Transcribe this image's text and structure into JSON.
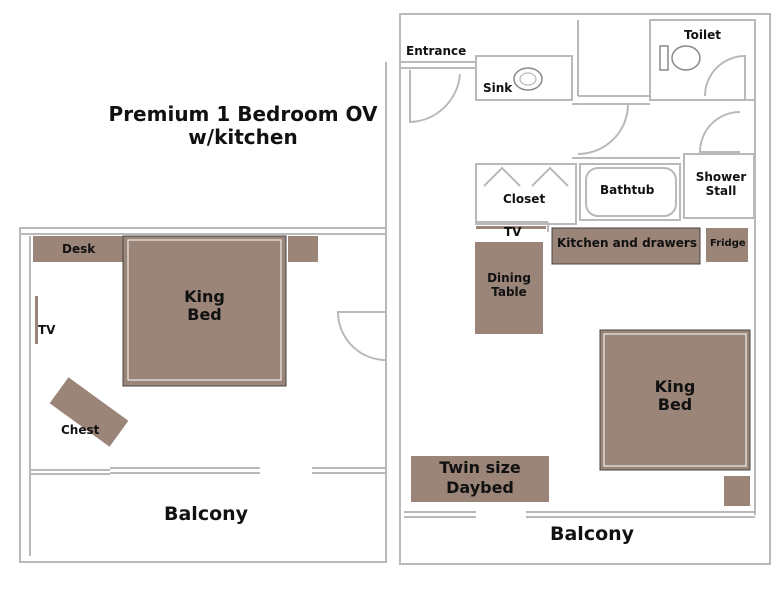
{
  "title": {
    "line1": "Premium 1 Bedroom OV",
    "line2": "w/kitchen"
  },
  "rooms": {
    "entrance": "Entrance",
    "toilet": "Toilet",
    "sink": "Sink",
    "closet": "Closet",
    "bathtub": "Bathtub",
    "shower": {
      "line1": "Shower",
      "line2": "Stall"
    },
    "tv_main": "TV",
    "kitchen": "Kitchen and drawers",
    "fridge": "Fridge",
    "dining": {
      "line1": "Dining",
      "line2": "Table"
    },
    "king_bed_right": {
      "line1": "King",
      "line2": "Bed"
    },
    "daybed": {
      "line1": "Twin size",
      "line2": "Daybed"
    },
    "balcony_right": "Balcony",
    "desk": "Desk",
    "king_bed_left": {
      "line1": "King",
      "line2": "Bed"
    },
    "tv_left": "TV",
    "chest": "Chest",
    "balcony_left": "Balcony"
  },
  "colors": {
    "furniture": "#9b8478",
    "wall": "#b9b9b9",
    "border": "#444444"
  }
}
